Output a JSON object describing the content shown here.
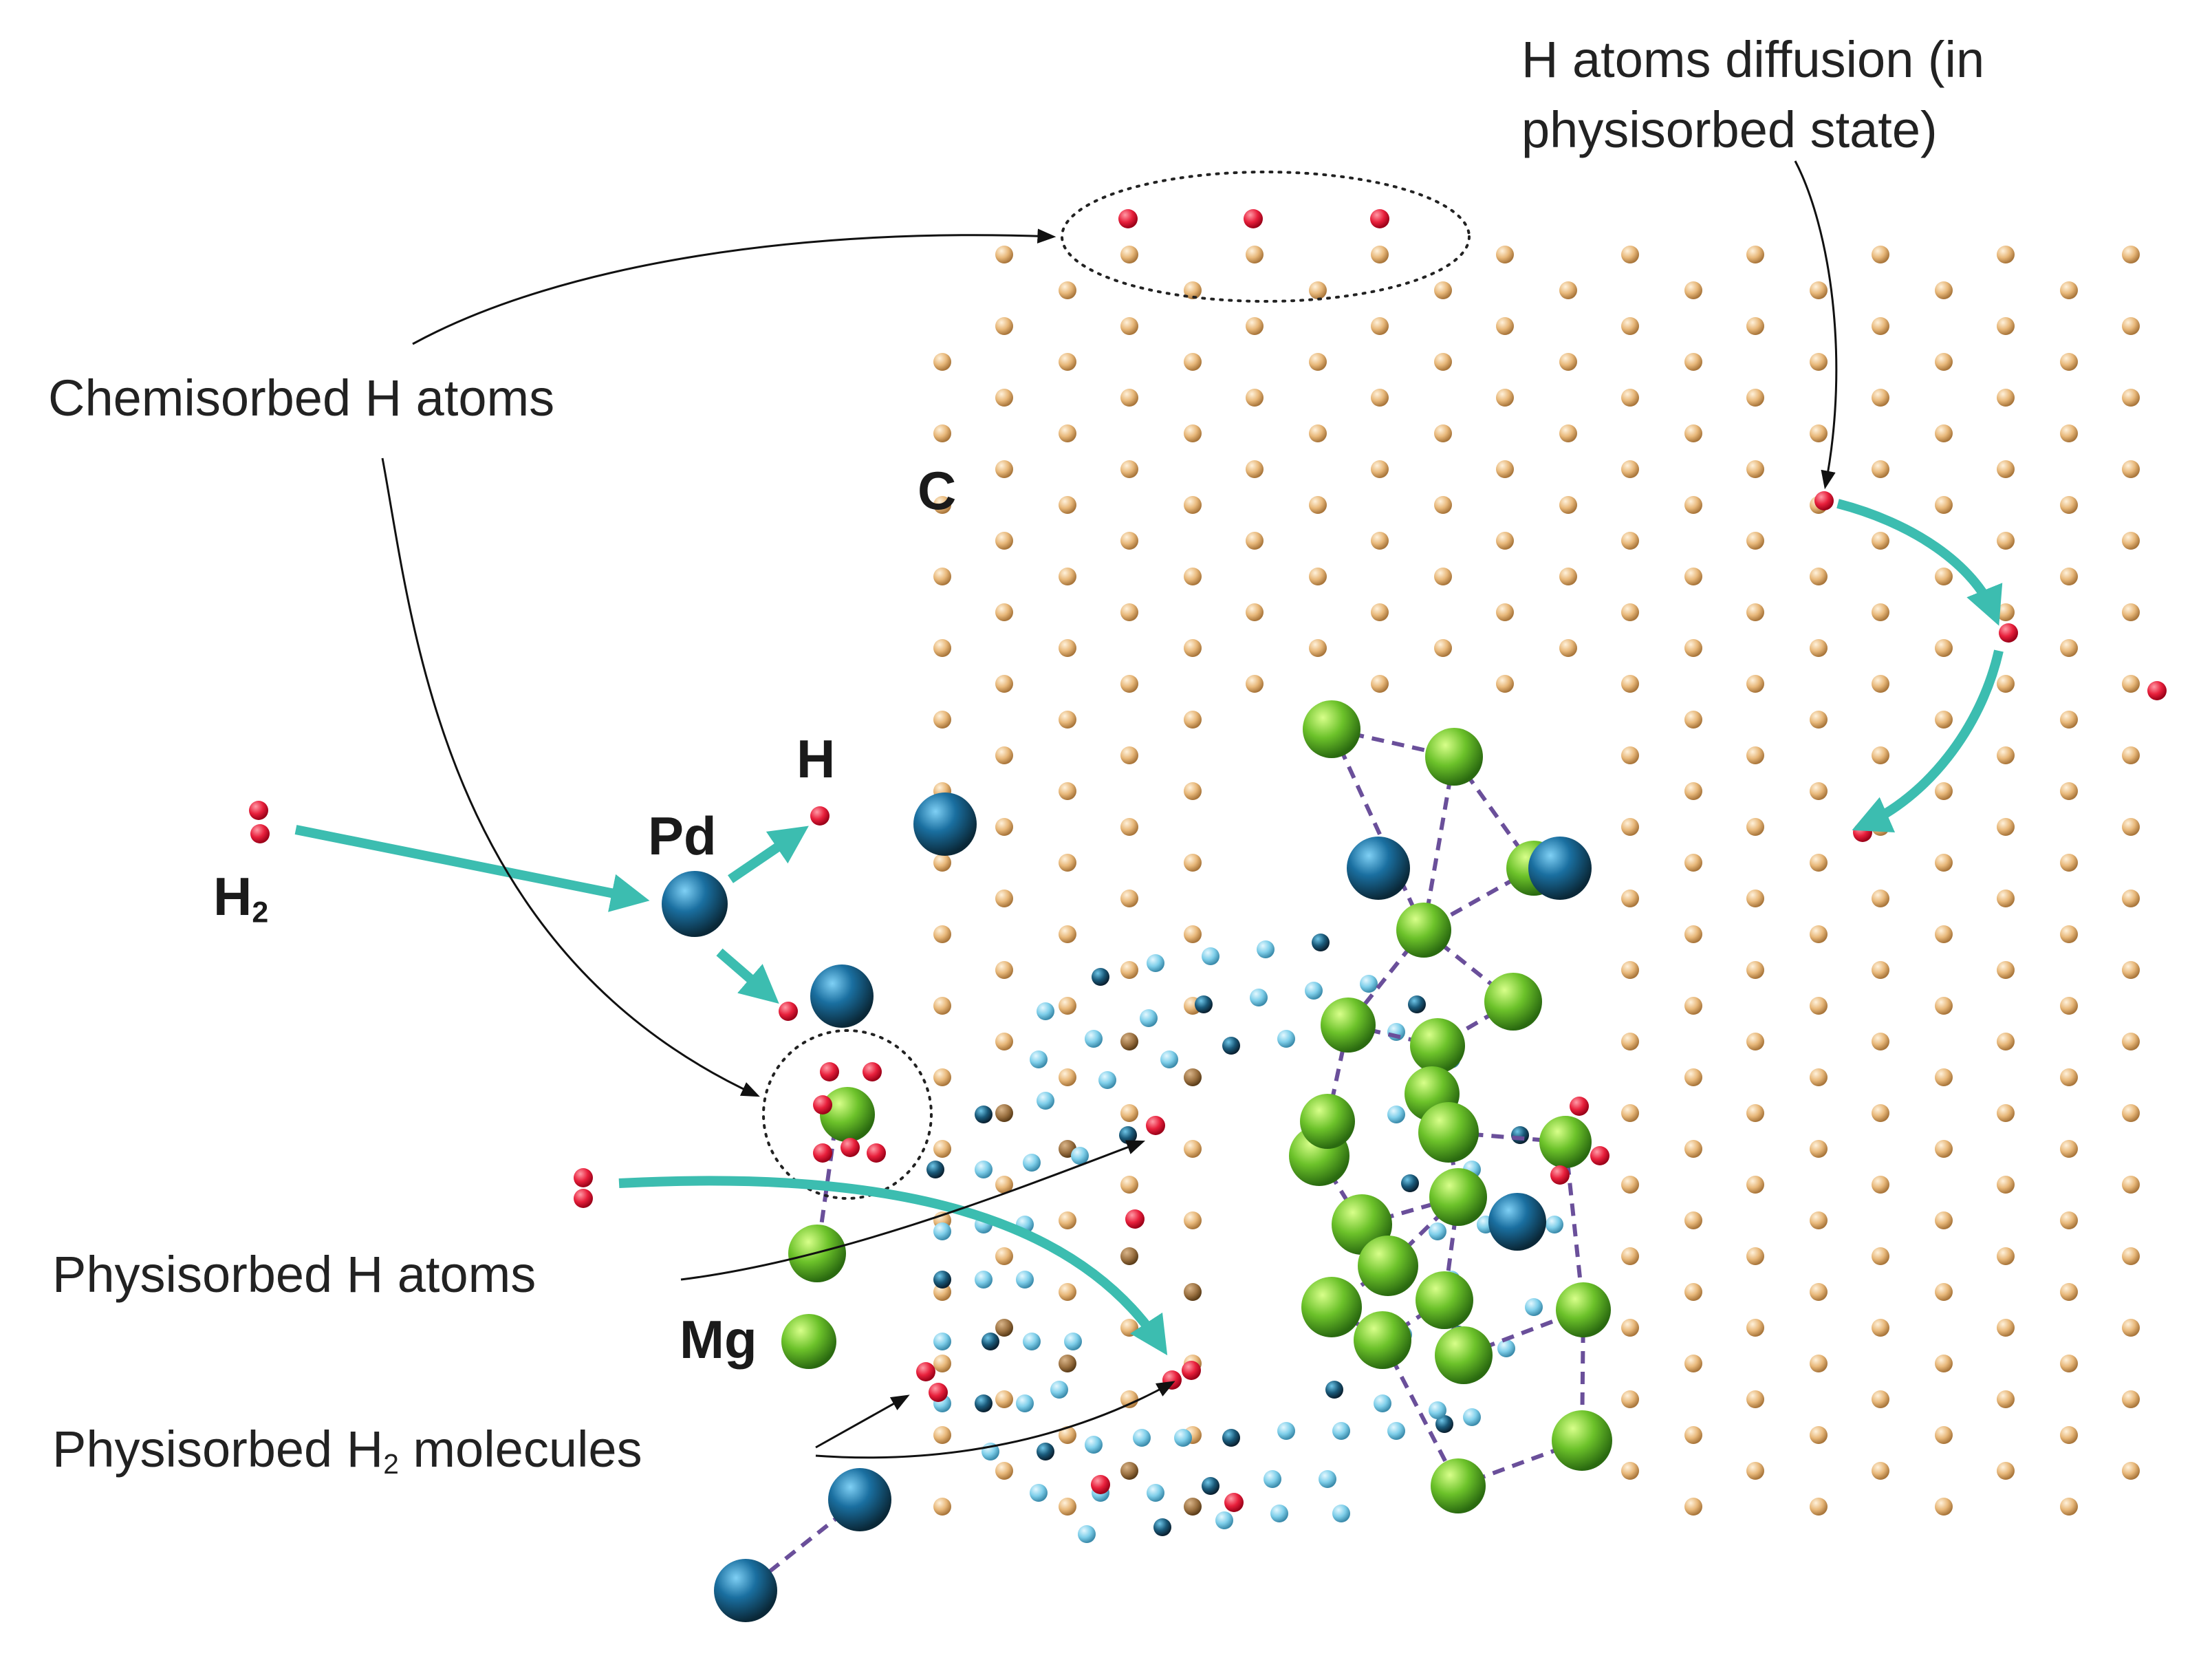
{
  "labels": {
    "diffusion": "H atoms diffusion (in physisorbed state)",
    "chemisorbed": "Chemisorbed H atoms",
    "physisorbed_atoms": "Physisorbed H atoms",
    "physisorbed_h2_prefix": "Physisorbed H",
    "physisorbed_h2_sub": "2",
    "physisorbed_h2_suffix": " molecules",
    "carbon": "C",
    "hydrogen": "H",
    "palladium": "Pd",
    "magnesium": "Mg",
    "h2_main": "H",
    "h2_sub": "2"
  },
  "colors": {
    "carbon": "#e8b87a",
    "hydrogen": "#e8203c",
    "palladium": "#1a6fa0",
    "magnesium": "#6cc22a",
    "physisorbed_h": "#7fcfea",
    "arrow_teal": "#3cbdb0",
    "bond": "#6a4f9a"
  }
}
